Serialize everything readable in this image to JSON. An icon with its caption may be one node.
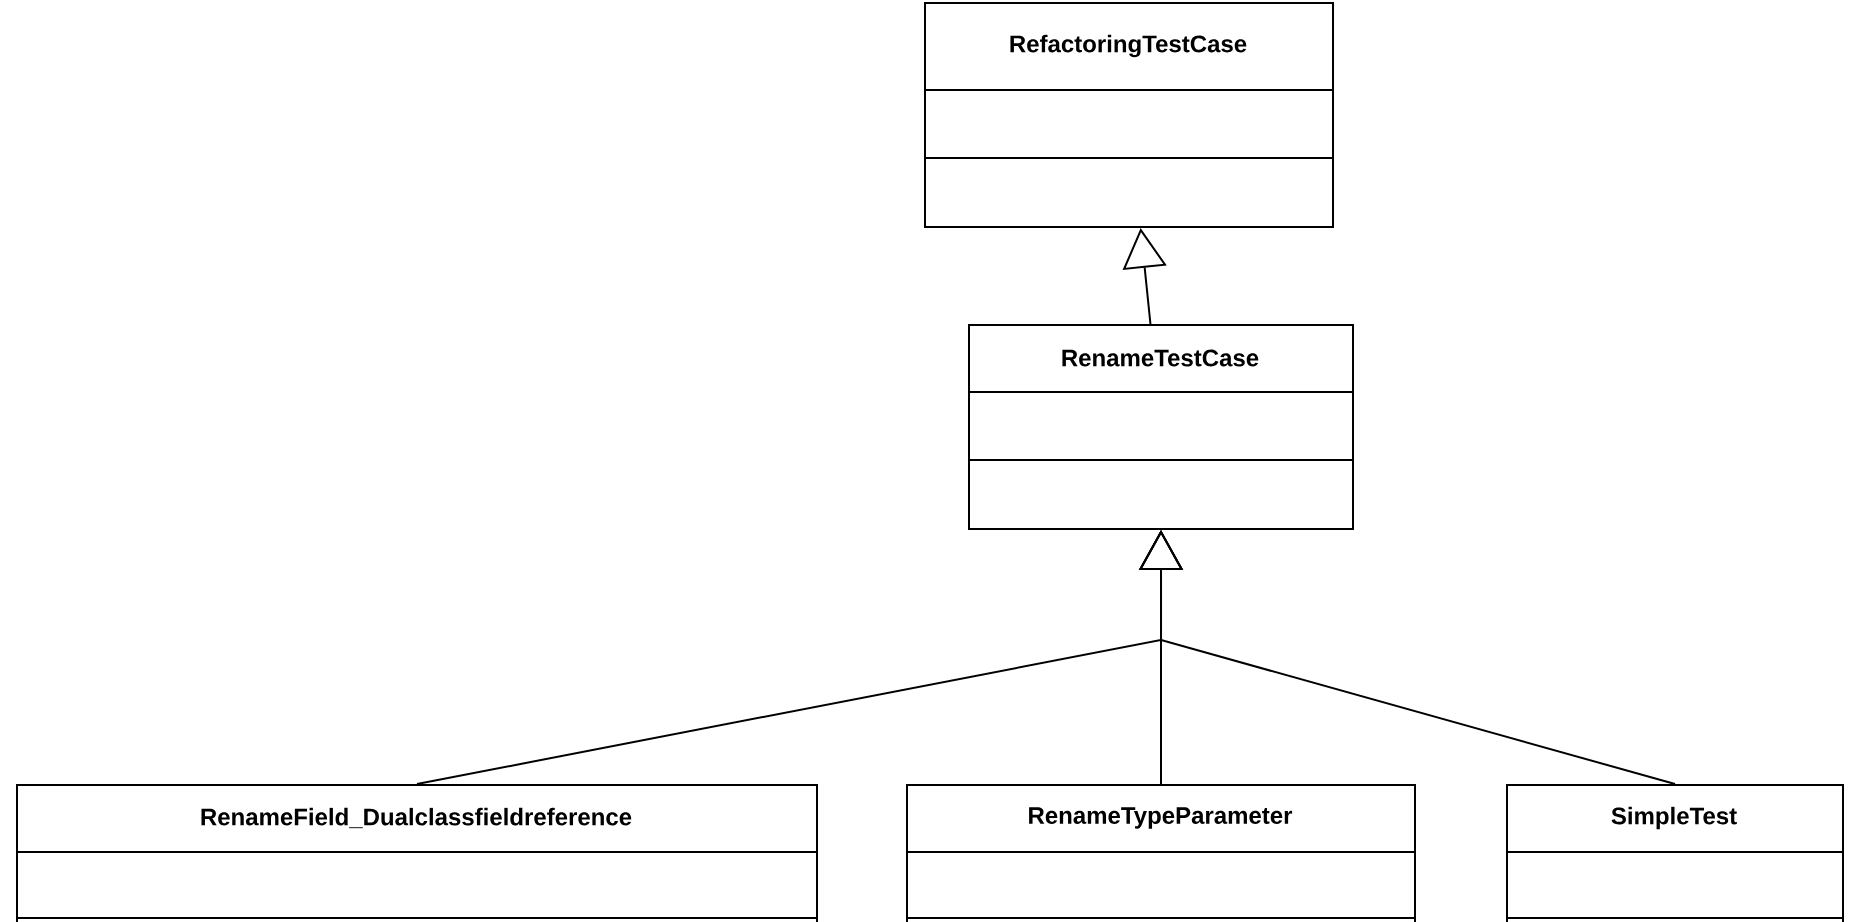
{
  "diagram": {
    "nodes": [
      {
        "text": [
          "RefactoringTestCase"
        ]
      },
      {
        "text": [
          "RenameTestCase"
        ]
      },
      {
        "text": [
          "RenameField_Dualclassfieldreference"
        ]
      },
      {
        "text": [
          "RenameTypeParameter"
        ]
      },
      {
        "text": [
          "SimpleTest"
        ]
      }
    ],
    "edges": [
      {
        "from": 1,
        "to": 0,
        "arrow": "to"
      },
      {
        "from": 2,
        "to": 1,
        "arrow": "to"
      },
      {
        "from": 3,
        "to": 1,
        "arrow": "to"
      },
      {
        "from": 4,
        "to": 1,
        "arrow": "to"
      }
    ]
  }
}
